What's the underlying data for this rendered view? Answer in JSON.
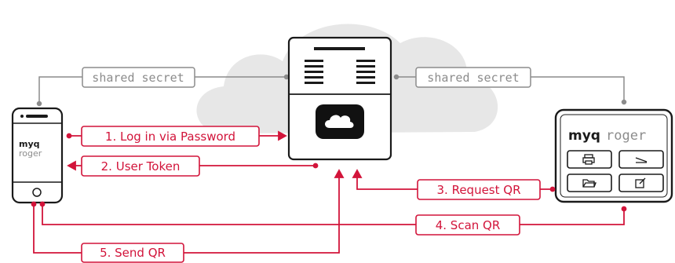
{
  "colors": {
    "accent": "#d2143a",
    "gray_line": "#8c8c8c",
    "cloud": "#e7e7e7",
    "ink": "#1a1a1a"
  },
  "labels": {
    "shared_secret_left": "shared secret",
    "shared_secret_right": "shared secret",
    "step1": "1. Log in via Password",
    "step2": "2. User Token",
    "step3": "3. Request QR",
    "step4": "4. Scan QR",
    "step5": "5. Send QR"
  },
  "phone": {
    "brand_top": "myq",
    "brand_bottom": "roger"
  },
  "terminal": {
    "brand_myq": "myq",
    "brand_roger": "roger",
    "buttons": [
      "print-icon",
      "scan-icon",
      "folder-icon",
      "edit-icon"
    ]
  },
  "server": {
    "icon": "cloud-icon"
  }
}
